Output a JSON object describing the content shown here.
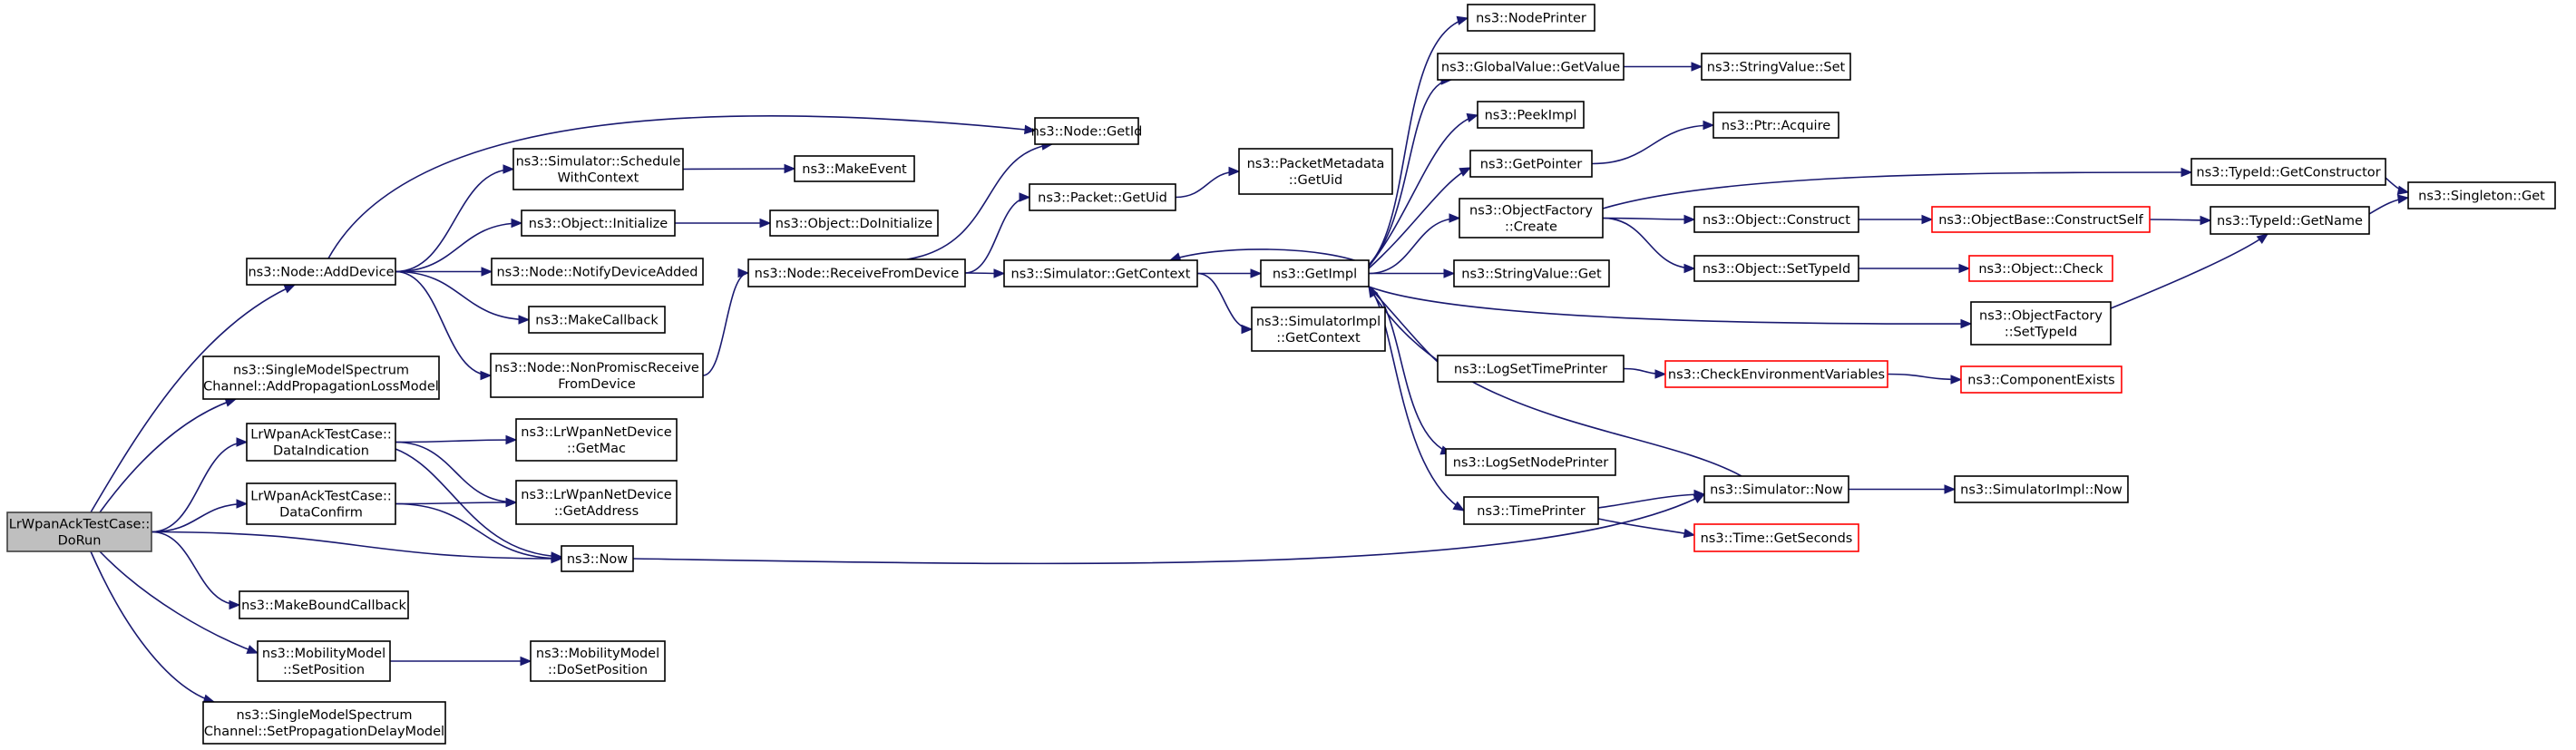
{
  "colors": {
    "edge": "#191970",
    "node_border": "#000000",
    "root_fill": "#bfbfbf",
    "truncated_border": "#ff0000",
    "background": "#ffffff"
  },
  "nodes": {
    "dorun": {
      "lines": [
        "LrWpanAckTestCase::",
        "DoRun"
      ],
      "root": true
    },
    "adddevice": {
      "lines": [
        "ns3::Node::AddDevice"
      ]
    },
    "addproploss": {
      "lines": [
        "ns3::SingleModelSpectrum",
        "Channel::AddPropagationLossModel"
      ]
    },
    "dataindication": {
      "lines": [
        "LrWpanAckTestCase::",
        "DataIndication"
      ]
    },
    "dataconfirm": {
      "lines": [
        "LrWpanAckTestCase::",
        "DataConfirm"
      ]
    },
    "makeboundcallback": {
      "lines": [
        "ns3::MakeBoundCallback"
      ]
    },
    "setposition": {
      "lines": [
        "ns3::MobilityModel",
        "::SetPosition"
      ]
    },
    "setpropdelay": {
      "lines": [
        "ns3::SingleModelSpectrum",
        "Channel::SetPropagationDelayModel"
      ]
    },
    "schedulewithcontext": {
      "lines": [
        "ns3::Simulator::Schedule",
        "WithContext"
      ]
    },
    "objinitialize": {
      "lines": [
        "ns3::Object::Initialize"
      ]
    },
    "notifydeviceadded": {
      "lines": [
        "ns3::Node::NotifyDeviceAdded"
      ]
    },
    "makecallback": {
      "lines": [
        "ns3::MakeCallback"
      ]
    },
    "nonpromisc": {
      "lines": [
        "ns3::Node::NonPromiscReceive",
        "FromDevice"
      ]
    },
    "getmac": {
      "lines": [
        "ns3::LrWpanNetDevice",
        "::GetMac"
      ]
    },
    "getaddress": {
      "lines": [
        "ns3::LrWpanNetDevice",
        "::GetAddress"
      ]
    },
    "now": {
      "lines": [
        "ns3::Now"
      ]
    },
    "dosetposition": {
      "lines": [
        "ns3::MobilityModel",
        "::DoSetPosition"
      ]
    },
    "makeevent": {
      "lines": [
        "ns3::MakeEvent"
      ]
    },
    "doinitialize": {
      "lines": [
        "ns3::Object::DoInitialize"
      ]
    },
    "receivefromdevice": {
      "lines": [
        "ns3::Node::ReceiveFromDevice"
      ]
    },
    "nodegetid": {
      "lines": [
        "ns3::Node::GetId"
      ]
    },
    "packetgetuid": {
      "lines": [
        "ns3::Packet::GetUid"
      ]
    },
    "getcontext": {
      "lines": [
        "ns3::Simulator::GetContext"
      ]
    },
    "pmgetuid": {
      "lines": [
        "ns3::PacketMetadata",
        "::GetUid"
      ]
    },
    "getimpl": {
      "lines": [
        "ns3::GetImpl"
      ]
    },
    "simimplgetcontext": {
      "lines": [
        "ns3::SimulatorImpl",
        "::GetContext"
      ]
    },
    "nodeprinter": {
      "lines": [
        "ns3::NodePrinter"
      ]
    },
    "gvgetvalue": {
      "lines": [
        "ns3::GlobalValue::GetValue"
      ]
    },
    "peekimpl": {
      "lines": [
        "ns3::PeekImpl"
      ]
    },
    "getpointer": {
      "lines": [
        "ns3::GetPointer"
      ]
    },
    "ofcreate": {
      "lines": [
        "ns3::ObjectFactory",
        "::Create"
      ]
    },
    "svget": {
      "lines": [
        "ns3::StringValue::Get"
      ]
    },
    "logsettimeprinter": {
      "lines": [
        "ns3::LogSetTimePrinter"
      ]
    },
    "logsetnodeprinter": {
      "lines": [
        "ns3::LogSetNodePrinter"
      ]
    },
    "timeprinter": {
      "lines": [
        "ns3::TimePrinter"
      ]
    },
    "svset": {
      "lines": [
        "ns3::StringValue::Set"
      ]
    },
    "ptracquire": {
      "lines": [
        "ns3::Ptr::Acquire"
      ]
    },
    "objconstruct": {
      "lines": [
        "ns3::Object::Construct"
      ]
    },
    "objsettypeid": {
      "lines": [
        "ns3::Object::SetTypeId"
      ]
    },
    "checkenv": {
      "lines": [
        "ns3::CheckEnvironmentVariables"
      ],
      "truncated": true
    },
    "simnow": {
      "lines": [
        "ns3::Simulator::Now"
      ]
    },
    "getseconds": {
      "lines": [
        "ns3::Time::GetSeconds"
      ],
      "truncated": true
    },
    "tidgetconstructor": {
      "lines": [
        "ns3::TypeId::GetConstructor"
      ]
    },
    "obconstructself": {
      "lines": [
        "ns3::ObjectBase::ConstructSelf"
      ],
      "truncated": true
    },
    "objcheck": {
      "lines": [
        "ns3::Object::Check"
      ],
      "truncated": true
    },
    "ofsettypeid": {
      "lines": [
        "ns3::ObjectFactory",
        "::SetTypeId"
      ]
    },
    "componentexists": {
      "lines": [
        "ns3::ComponentExists"
      ],
      "truncated": true
    },
    "simimplnow": {
      "lines": [
        "ns3::SimulatorImpl::Now"
      ]
    },
    "tidgetname": {
      "lines": [
        "ns3::TypeId::GetName"
      ]
    },
    "singletonget": {
      "lines": [
        "ns3::Singleton::Get"
      ]
    }
  },
  "edges": [
    [
      "dorun",
      "adddevice"
    ],
    [
      "dorun",
      "addproploss"
    ],
    [
      "dorun",
      "dataindication"
    ],
    [
      "dorun",
      "dataconfirm"
    ],
    [
      "dorun",
      "now"
    ],
    [
      "dorun",
      "makeboundcallback"
    ],
    [
      "dorun",
      "setposition"
    ],
    [
      "dorun",
      "setpropdelay"
    ],
    [
      "adddevice",
      "nodegetid"
    ],
    [
      "adddevice",
      "schedulewithcontext"
    ],
    [
      "adddevice",
      "objinitialize"
    ],
    [
      "adddevice",
      "notifydeviceadded"
    ],
    [
      "adddevice",
      "makecallback"
    ],
    [
      "adddevice",
      "nonpromisc"
    ],
    [
      "dataindication",
      "getmac"
    ],
    [
      "dataindication",
      "getaddress"
    ],
    [
      "dataindication",
      "now"
    ],
    [
      "dataconfirm",
      "getaddress"
    ],
    [
      "dataconfirm",
      "now"
    ],
    [
      "setposition",
      "dosetposition"
    ],
    [
      "schedulewithcontext",
      "makeevent"
    ],
    [
      "objinitialize",
      "doinitialize"
    ],
    [
      "nonpromisc",
      "receivefromdevice"
    ],
    [
      "now",
      "simnow"
    ],
    [
      "receivefromdevice",
      "nodegetid"
    ],
    [
      "receivefromdevice",
      "packetgetuid"
    ],
    [
      "receivefromdevice",
      "getcontext"
    ],
    [
      "packetgetuid",
      "pmgetuid"
    ],
    [
      "getcontext",
      "getimpl"
    ],
    [
      "getcontext",
      "simimplgetcontext"
    ],
    [
      "getimpl",
      "getcontext"
    ],
    [
      "getimpl",
      "nodeprinter"
    ],
    [
      "getimpl",
      "gvgetvalue"
    ],
    [
      "getimpl",
      "peekimpl"
    ],
    [
      "getimpl",
      "getpointer"
    ],
    [
      "getimpl",
      "ofcreate"
    ],
    [
      "getimpl",
      "svget"
    ],
    [
      "getimpl",
      "logsettimeprinter"
    ],
    [
      "getimpl",
      "logsetnodeprinter"
    ],
    [
      "getimpl",
      "timeprinter"
    ],
    [
      "getimpl",
      "ofsettypeid"
    ],
    [
      "gvgetvalue",
      "svset"
    ],
    [
      "getpointer",
      "ptracquire"
    ],
    [
      "ofcreate",
      "tidgetconstructor"
    ],
    [
      "ofcreate",
      "objconstruct"
    ],
    [
      "ofcreate",
      "objsettypeid"
    ],
    [
      "objconstruct",
      "obconstructself"
    ],
    [
      "objsettypeid",
      "objcheck"
    ],
    [
      "obconstructself",
      "tidgetname"
    ],
    [
      "logsettimeprinter",
      "checkenv"
    ],
    [
      "checkenv",
      "componentexists"
    ],
    [
      "timeprinter",
      "simnow"
    ],
    [
      "timeprinter",
      "getseconds"
    ],
    [
      "simnow",
      "getimpl"
    ],
    [
      "simnow",
      "simimplnow"
    ],
    [
      "tidgetconstructor",
      "singletonget"
    ],
    [
      "tidgetname",
      "singletonget"
    ],
    [
      "ofsettypeid",
      "tidgetname"
    ]
  ]
}
